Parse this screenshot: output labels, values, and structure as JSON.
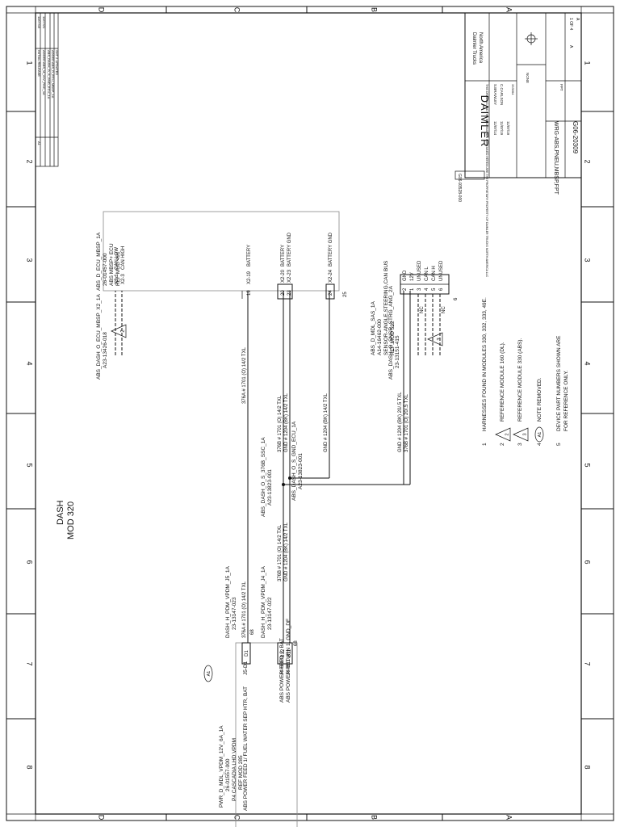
{
  "zones": {
    "rows": [
      "D",
      "C",
      "B",
      "A"
    ],
    "cols": [
      "1",
      "2",
      "3",
      "4",
      "5",
      "6",
      "7",
      "8"
    ]
  },
  "title": {
    "line1": "DASH",
    "line2": "MOD 320"
  },
  "connectors": {
    "vpdm_d": {
      "name": "PWR_D_MDL_VPDM_12V_6A_1A",
      "pn": "26-01557-000",
      "desc": "P4 CASCADIA LHD VPDM",
      "ref": "REF MOD 285",
      "note_marker": "A1"
    },
    "vpdm_h_j5": {
      "name": "DASH_H_PDM_VPDM_J5_1A",
      "pn": "23-13147-023"
    },
    "vpdm_h_j4": {
      "name": "DASH_H_PDM_VPDM_J4_1A",
      "pn": "23-13147-022"
    },
    "ecu_h": {
      "name": "ABS_DASH_O_ECU_MBSP_X2_1A",
      "pn": "A23-13426-018"
    },
    "ecu_d": {
      "name": "ABS_D_ECU_MBSP_1A",
      "pn": "26-01457-000",
      "desc": "ABS MBSP+ ECU",
      "ref": "REF MOD 491"
    },
    "splice_ssc": {
      "name": "ABS_DASH_O_S_376B_SSC_1A",
      "pn": "A23-13823-001"
    },
    "splice_gnd": {
      "name": "ABS_DASH_O_S_GND_ECU_1A",
      "pn": "A23-13823-001"
    },
    "sas_h": {
      "name": "ABS_DASH_O_SNSR_STRG_ANG_2A",
      "pn": "23-13151-415"
    },
    "sas_d": {
      "name": "ABS_D_MDL_SAS_1A",
      "pn": "A14-16462-000",
      "desc": "SENSOR-ANGLE,STEERING,CAN BUS",
      "ref": "REF MOD 592"
    }
  },
  "vpdm_pins": [
    {
      "label": "ABS POWER FEED 1/ FUEL WATER SEP HTR, BAT",
      "pin": "J5-D1",
      "cav": "D1"
    },
    {
      "label": "ABS POWER FEED 2, BAT",
      "pin": "J4-B12",
      "cav": "B12"
    },
    {
      "label": "ABS POWER RETURN 1, GND_DE",
      "pin": "J4-B11",
      "cav": "B11"
    }
  ],
  "vpdm_counts": [
    "68",
    "68"
  ],
  "wires": [
    "376A # 1701 (O)  14/2  TXL",
    "376B # 1701 (O)  14/2  TXL",
    "GND # 1204 (BK)  14/2  TXL",
    "376A # 1701 (O)  14/2  TXL",
    "376B # 1701 (O)  14/2  TXL",
    "GND # 1204 (BK)  14/2  TXL",
    "GND # 1204 (BK)  14/2  TXL",
    "GND # 1204 (BK)  20/.5  TXL",
    "376B # 1701 (O)  20/.5  TXL"
  ],
  "ecu_pins": [
    {
      "cav": "",
      "pin": "X2-1",
      "label": "CAN LOW"
    },
    {
      "cav": "",
      "pin": "X2-3",
      "label": "CAN HIGH"
    },
    {
      "cav": "19",
      "pin": "X2-19",
      "label": "BATTERY"
    },
    {
      "cav": "20",
      "pin": "X2-20",
      "label": "BATTERY"
    },
    {
      "cav": "23",
      "pin": "X2-23",
      "label": "BATTERY GND"
    },
    {
      "cav": "24",
      "pin": "X2-24",
      "label": "BATTERY GND"
    }
  ],
  "ecu_count": "25",
  "sas_pins": [
    {
      "cav": "2",
      "label": "GND"
    },
    {
      "cav": "1",
      "label": "12V"
    },
    {
      "cav": "3",
      "label": "UNUSED"
    },
    {
      "cav": "4",
      "label": "CAN L"
    },
    {
      "cav": "5",
      "label": "CAN H"
    },
    {
      "cav": "6",
      "label": "UNUSED"
    }
  ],
  "sas_count": "6",
  "nc_label": "NC",
  "notes": [
    {
      "num": "1",
      "marker": "",
      "text": "HARNESSES FOUND IN MODULES 330, 332, 333, 49E."
    },
    {
      "num": "2",
      "marker": "2",
      "text": "REFERENCE MODULE 160 (DL)."
    },
    {
      "num": "3",
      "marker": "3",
      "text": "REFERENCE MODULE 330 (ABS)."
    },
    {
      "num": "4",
      "marker": "A1",
      "text": "NOTE REMOVED."
    },
    {
      "num": "5",
      "marker": "",
      "text": "DEVICE PART NUMBERS SHOWN ARE"
    },
    {
      "num": "",
      "marker": "",
      "text": "FOR REFERENCE ONLY."
    }
  ],
  "triangle_markers": [
    "2",
    "3"
  ],
  "title_block": {
    "company": "DAIMLER",
    "division1": "Daimler Trucks",
    "division2": "North America",
    "doc_title": "WRG-ABS,PNEU,MBSP,FPT",
    "doc_number": "G06-20309",
    "doc_id": "G06-93528-000",
    "sheet": "1 OF 4",
    "size": "A",
    "rev": "A",
    "cage": "333064",
    "scale": "NONE",
    "type": "FPT",
    "drawn_by": "S.BRAWLEY",
    "checked_by": "C.CARLSON",
    "dates": [
      "11/07/14",
      "11/07/19",
      "11/07/19"
    ],
    "legal": "THIS DRAWING AND THE INFORMATION CONTAINED HEREIN ARE THE PROPRIETARY PROPERTY OF DAIMLER TRUCKS NORTH AMERICA LLC"
  },
  "revisions": [
    {
      "zone": "A1",
      "desc": "INITIAL RELEASE",
      "date": "11/07/19"
    },
    {
      "zone": "",
      "desc": "ADDED ABS_M_VLV_RSC_1A",
      "date": "11/07/21"
    },
    {
      "zone": "",
      "desc": "ABS_DASH_O_S_GND_ECU_1A",
      "date": ""
    },
    {
      "zone": "",
      "desc": "ADDED ABS_D_ECU_MBSP_1A",
      "date": ""
    },
    {
      "zone": "",
      "desc": "SHT 2 UPDATED",
      "date": ""
    },
    {
      "zone": "",
      "desc": "REMOVED NOTE 4",
      "date": ""
    }
  ]
}
